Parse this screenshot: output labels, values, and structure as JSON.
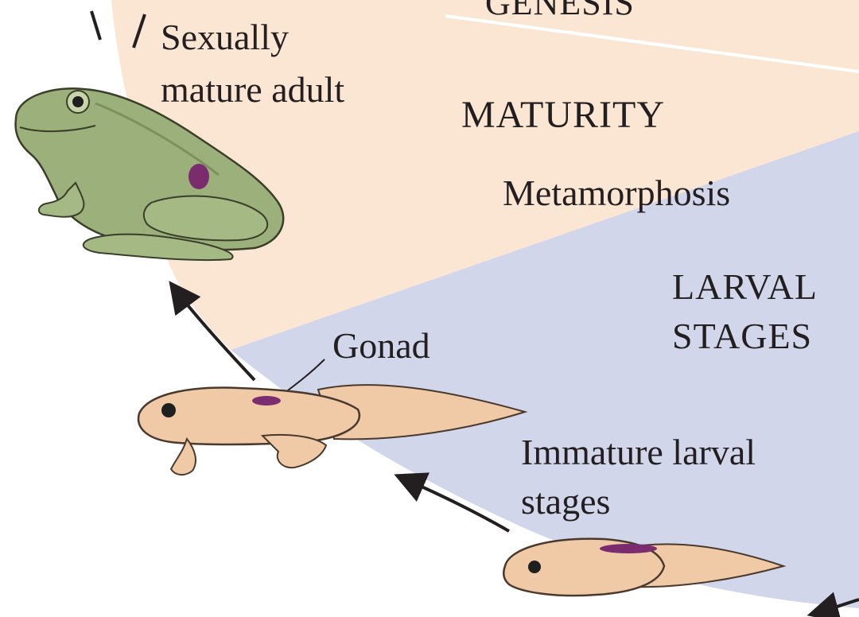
{
  "diagram": {
    "labels": {
      "genesis_partial": "GENESIS",
      "sexually": "Sexually",
      "mature_adult": "mature adult",
      "maturity": "MATURITY",
      "metamorphosis": "Metamorphosis",
      "larval_line1": "LARVAL",
      "larval_line2": "STAGES",
      "gonad": "Gonad",
      "immature_line1": "Immature larval",
      "immature_line2": "stages"
    },
    "colors": {
      "maturity_region": "#fbe6d4",
      "larval_region": "#d2d6ea",
      "frog_skin": "#9bb07a",
      "tadpole_skin": "#f0c9a6",
      "gonad": "#7a2c6e",
      "arrows": "#231f20"
    }
  }
}
